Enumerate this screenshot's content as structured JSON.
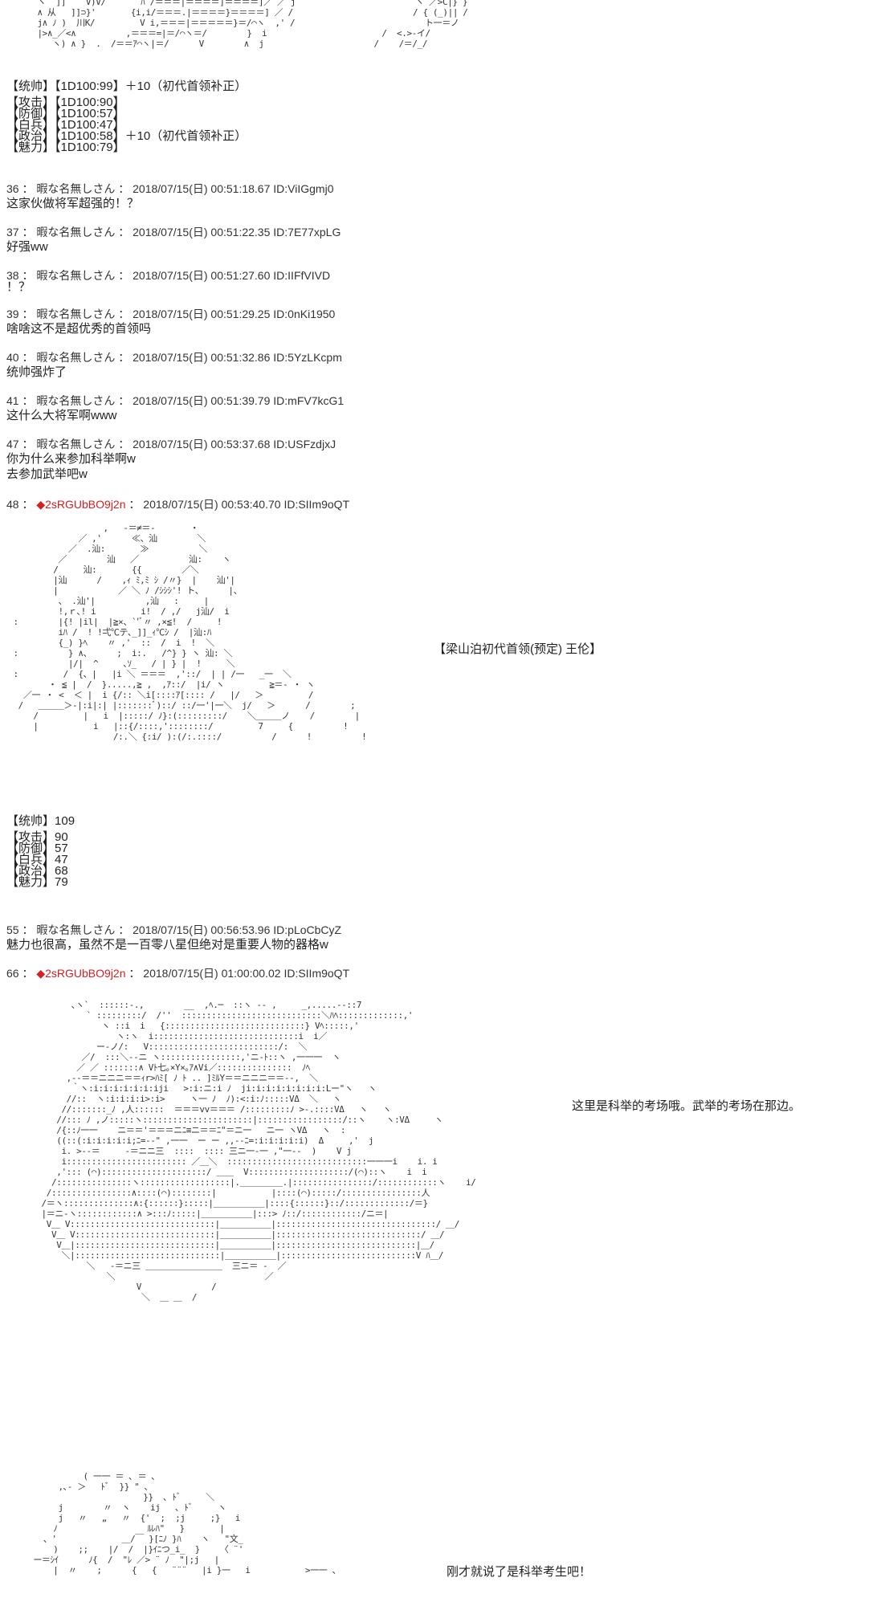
{
  "top_stats": [
    {
      "label": "【统帅】",
      "roll": "【1D100:99】",
      "bonus": "＋10（初代首领补正）"
    },
    {
      "label": "【攻击】",
      "roll": "【1D100:90】",
      "bonus": ""
    },
    {
      "label": "【防御】",
      "roll": "【1D100:57】",
      "bonus": ""
    },
    {
      "label": "【白兵】",
      "roll": "【1D100:47】",
      "bonus": ""
    },
    {
      "label": "【政治】",
      "roll": "【1D100:58】",
      "bonus": "＋10（初代首领补正）"
    },
    {
      "label": "【魅力】",
      "roll": "【1D100:79】",
      "bonus": ""
    }
  ],
  "posts": [
    {
      "num": "36",
      "sep": "：",
      "name": "暇な名無しさん",
      "date": "2018/07/15(日) 00:51:18.67",
      "id": "ID:ViIGgmj0",
      "body": "这家伙做将军超强的！？"
    },
    {
      "num": "37",
      "sep": "：",
      "name": "暇な名無しさん",
      "date": "2018/07/15(日) 00:51:22.35",
      "id": "ID:7E77xpLG",
      "body": "好强ww"
    },
    {
      "num": "38",
      "sep": "：",
      "name": "暇な名無しさん",
      "date": "2018/07/15(日) 00:51:27.60",
      "id": "ID:IIFfVIVD",
      "body": "！？"
    },
    {
      "num": "39",
      "sep": "：",
      "name": "暇な名無しさん",
      "date": "2018/07/15(日) 00:51:29.25",
      "id": "ID:0nKi1950",
      "body": "啥啥这不是超优秀的首领吗"
    },
    {
      "num": "40",
      "sep": "：",
      "name": "暇な名無しさん",
      "date": "2018/07/15(日) 00:51:32.86",
      "id": "ID:5YzLKcpm",
      "body": "统帅强炸了"
    },
    {
      "num": "41",
      "sep": "：",
      "name": "暇な名無しさん",
      "date": "2018/07/15(日) 00:51:39.79",
      "id": "ID:mFV7kcG1",
      "body": "这什么大将军啊www"
    },
    {
      "num": "47",
      "sep": "：",
      "name": "暇な名無しさん",
      "date": "2018/07/15(日) 00:53:37.68",
      "id": "ID:USFzdjxJ",
      "body": "你为什么来参加科举啊w\n去参加武举吧w"
    }
  ],
  "author_post_48": {
    "num": "48",
    "sep": "：",
    "trip": "◆2sRGUbBO9j2n",
    "date": "2018/07/15(日) 00:53:40.70",
    "id": "ID:SIIm9oQT"
  },
  "caption_1": "【梁山泊初代首领(预定) 王伦】",
  "final_stats": [
    {
      "label": "【统帅】",
      "value": "109"
    },
    {
      "label": "【攻击】",
      "value": "90"
    },
    {
      "label": "【防御】",
      "value": "57"
    },
    {
      "label": "【白兵】",
      "value": "47"
    },
    {
      "label": "【政治】",
      "value": "68"
    },
    {
      "label": "【魅力】",
      "value": "79"
    }
  ],
  "post_55": {
    "num": "55",
    "sep": "：",
    "name": "暇な名無しさん",
    "date": "2018/07/15(日) 00:56:53.96",
    "id": "ID:pLoCbCyZ",
    "body": "魅力也很高，虽然不是一百零八星但绝对是重要人物的器格w"
  },
  "author_post_66": {
    "num": "66",
    "sep": "：",
    "trip": "◆2sRGUbBO9j2n",
    "date": "2018/07/15(日) 01:00:00.02",
    "id": "ID:SIIm9oQT"
  },
  "caption_2": "这里是科举的考场哦。武举的考场在那边。",
  "caption_3": "刚才就说了是科举考生吧！",
  "colors": {
    "trip": "#d42020",
    "text": "#222222",
    "background": "#ffffff"
  },
  "ascii_art": {
    "top": "  ヽ  ]]    V)V/       ﾊ /＝＝＝|＝＝＝＝]＝＝＝＝]／ ／ j                        ヽ ／>C|} }\n  ∧ 从   ]]⊃}'       {i,i/＝＝＝.|＝＝＝＝}＝＝＝＝] ／ /                        / { (_)|| /\n  j∧ ﾉ )  川K/         V i,＝＝＝|＝＝＝＝＝}＝/⌒ヽ  ,' /                          ト一＝ノ\n  |>∧_／<∧          ,＝＝＝=|＝/⌒ヽ＝/        }  i                       /  <.>-イ/\n     ヽ) ∧ }  .  /＝＝ｱ⌒ヽ|＝/      V        ∧  j                      /    /＝/_/",
    "wanglun": "                    ,   -＝≠＝-       ・\n               ／ ,'      ≪、汕        ＼\n             ／  .汕:       ≫          ＼\n           ／        汕   ／          汕:    ヽ\n          /     汕:       {{        ／＼\n          |汕      /    ,ｨ ﾐ,ﾐ ｼ /〃}  |    汕'|\n          |            ／ ＼ ﾉ /ｼｼｼ'! ト、     |、\n           、 .汕'|          ,汕   :     |\n           !,ｒ､! i         i!  / ,/   j汕/  i\n  :        |{! |il|  |≧×、`'ﾞ〃 ,×≦!  /     !\n           iﾊ /  ! !弌℃テ､_]]_ｨ℃ｼ /  |汕:ﾊ\n           {_) }ﾍ    〃 ,'  ::  /  i  !  ＼\n  :          } ∧、     ;  i:.   /^} } ヽ 汕: ＼\n             |/|  ^     ､ｿ_   / | } |  !     ＼\n  :         /  {、|   |i ＼ ＝＝＝  ,'::/  | | /一   _一  ＼\n         ・ ≦ |  /  }.....,≧ ,  ,ｱ::/  |i/ ヽ         ≧＝- ・ ヽ\n    ／一 ・ <  ＜ |  i {/:: ＼i[::::ｱ[:::: /   |/   ＞         /\n   /   ＿＿＿＞-|:i|:| |:::::::ﾞ)::/ ::/一'|一＼  j/   ＞      /        ;\n      /         |   i  |:::::/ ﾉ}:(:::::::::/    ＼＿＿＿ノ    /        |\n      |           i   |::{/::::,'::::::::/         7     {          !\n                      /:.＼ {:i/ ):(/:.::::/          /      !          !",
    "examiner": "             ､ヽ`  ::::::-.,        __  ,ﾍ.─  ::ヽ -- ,     _,.....--::7\n                ` :::::::::/  /''  ::::::::::::::::::::::::::::＼ﾊﾍ:::::::::::::,'\n                   ヽ ::i  i   {::::::::::::::::::::::::::::} Vﾍ:::::,'\n                      ヽ:ヽ  i:::::::::::::::::::::::::::::i  i／\n                  ー-ノ/:   V::::::::::::::::::::::::::/:  ＼\n               ／/  :::＼--ニ ヽ::::::::::::::::,'ニ-ﾄ::ヽ ,一一一  ヽ\n              ／ ／ :::::::∧ Vﾄ七｡×Y×｡ｱ∧Vi／:::::::::::::::  ﾉﾍ\n            ,--＝＝ニニニ＝＝ｨr>ﾊﾐ[ ﾉ ﾄ .. ]ﾐﾙY＝＝ニニニ＝＝--,  ＼\n             ｀ヽ:i:i:i:i:i:i:iji   >:i:ニ:i ﾉ  ji:i:i:i:i:i:i:i:Lー\"ヽ   ヽ\n            //::  ヽ:i:i:i:i>:i>     ヽ一 ﾉ  ﾉ):<:i:ﾉ:::::VΔ  ＼   ヽ\n           //:::::::_ﾉ ,人::::::  ＝＝＝vv＝＝＝ /:::::::::ﾉ >-.::::VΔ   ヽ   ヽ\n          //::: ﾉ ,ノ:::::ヽ::::::::::::::::::::::|:::::::::::::::::/::ヽ    ヽ:VΔ     ヽ\n          /{::ﾉ一一    ニ＝＝'＝＝＝ニﾆ≡ニ＝＝ﾆ\"＝ニ一   ニ一 ヽVΔ   ヽ  :\n          ((::(:i:i:i:i:i;ﾆ=--\" ,一一  ー ー ,,--ﾆ=:i:i:i:i:i)  Δ     ,'  j\n           i. >--＝     -＝ニニ三  ::::  :::: 三ニ一-一 ,\"一--  )    V j\n           i:::::::::::::::::::::::: ／＿＼  ::::::::::::::::::::::::::::一一一i    i. i\n          ,'::: (⌒):::::::::::::::::::::/ ＿＿  V::::::::::::::::::::/(⌒)::ヽ    i  i\n         /:::::::::::::::ヽ::::::::::::::::::|.＿＿＿＿＿.|::::::::::::::::/::::::::::::ヽ    i/\n        /::::::::::::::::∧::::(⌒)::::::::|           |::::(⌒):::::/::::::::::::::::人\n       /＝ヽ::::::::::::::∧:{::::::}:::::|＿＿＿＿＿＿|::::{::::::}::/:::::::::::::/＝}\n       |＝ニ-ヽ::::::::::::∧ >:::ﾉ:::::|＿＿＿＿＿＿|:::> ﾉ::/::::::::::::/ニ＝|\n        V＿ V:::::::::::::::::::::::::::::|＿＿＿＿＿＿|::::::::::::::::::::::::::::::::/ ＿/\n         V＿ V::::::::::::::::::::::::::::|＿＿＿＿＿＿|:::::::::::::::::::::::::::::/ ＿/\n          V＿|::::::::::::::::::::::::::::|＿＿＿＿＿＿|::::::::::::::::::::::::::::|＿/\n           ＼|:::::::::::::::::::::::::::::|＿＿＿＿＿＿|:::::::::::::::::::::::::::V ﾊ＿/\n                ＼   -＝ニ三 ＿＿＿＿＿＿＿＿＿  三ニ＝ -  ／\n                    ＼                              ／\n                          V              /\n                           ＼  ＿ ＿  /",
    "bottom": "                ( 一一 ＝ ､ ＝ ､\n           ,､- ＞   ﾄﾞ  }} \" ､\n                            }}  ､ ﾄﾞ     ＼\n           j        〃  ヽ    ij   ､ ﾄﾞ     ヽ\n           j   〃   „   〃  {'  ;  ;j     ;}   i\n          ﾉ                  ﾙﾚﾊ\"   }       |\n        、'             ＿/￣ }[ﾆﾉ }ﾊ    ヽ   \"文_\n          )    ;;    |/  /  |}ｲﾆつ_i_  }    〈 ¨'\n      ー＝ｼｲ      ﾉ{  /  \"ﾚ ／> ¨ ﾉ  \"|;j   |\n          |  〃    ;      {   {   ¨¨¨   |i }一   i           >一一 、"
  }
}
